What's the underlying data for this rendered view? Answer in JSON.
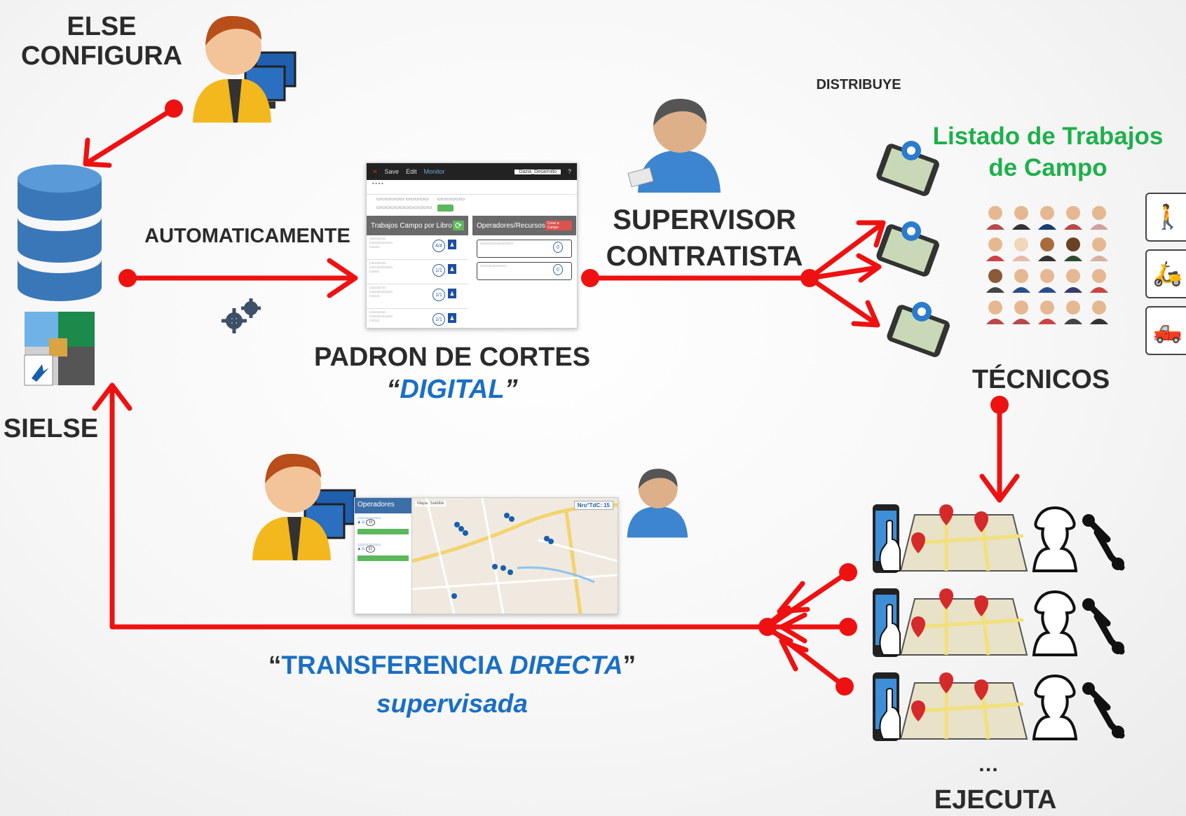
{
  "labels": {
    "else_configura_1": "ELSE",
    "else_configura_2": "CONFIGURA",
    "automaticamente": "AUTOMATICAMENTE",
    "sielse": "SIELSE",
    "padron_1": "PADRON DE CORTES",
    "padron_q_open": "“",
    "padron_digital": "DIGITAL",
    "padron_q_close": "”",
    "distribuye": "DISTRIBUYE",
    "supervisor_1": "SUPERVISOR",
    "supervisor_2": "CONTRATISTA",
    "listado_1": "Listado de Trabajos",
    "listado_2": "de Campo",
    "tecnicos": "TÉCNICOS",
    "transferencia_q_open": "“",
    "transferencia_a": "TRANSFERENCIA ",
    "transferencia_b": "DIRECTA",
    "transferencia_q_close": "”",
    "supervisada": "supervisada",
    "dots": "…",
    "ejecuta": "EJECUTA"
  },
  "padron_screenshot": {
    "user_field": "Dazia_Desarrollo",
    "panel_left_title": "Trabajos Campo por Libro",
    "panel_right_title": "Operadores/Recursos",
    "right_button": "Crear a Campo",
    "counts": [
      "4/4",
      "1/1",
      "1/1",
      "1/1"
    ],
    "operators_counts": [
      "0",
      "0"
    ]
  },
  "transfer_screenshot": {
    "panel_title": "Operadores",
    "tab_mapa": "Mapa",
    "tab_satelite": "Satélite",
    "badge_label": "Nro°TdC: 15",
    "counts": [
      "15",
      "61"
    ]
  },
  "colors": {
    "arrow_red": "#ee1111",
    "accent_blue": "#1a6fc4",
    "accent_green": "#1db04a",
    "text_dark": "#2b2b2b"
  }
}
